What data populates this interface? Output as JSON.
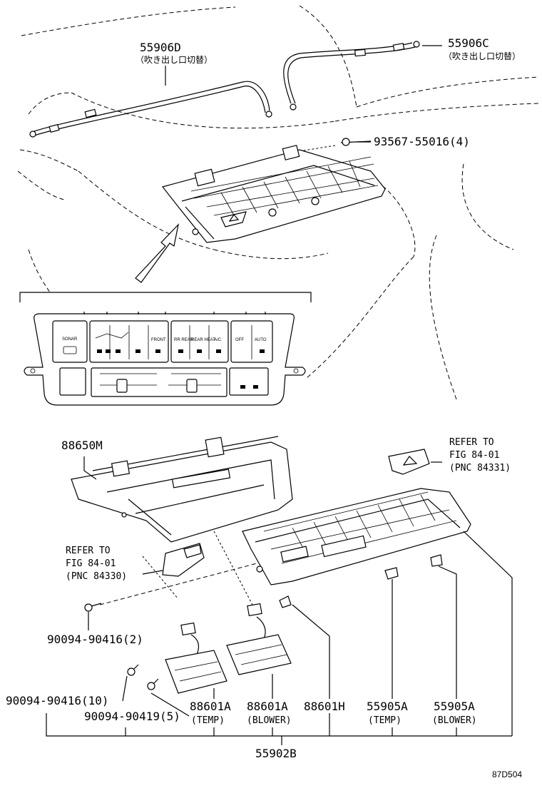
{
  "labels": {
    "p55906D": "55906D",
    "p55906D_sub": "（吹き出し口切替）",
    "p55906C": "55906C",
    "p55906C_sub": "（吹き出し口切替）",
    "p93567": "93567-55016(4)",
    "p88650M": "88650M",
    "refer_right_1": "REFER TO",
    "refer_right_2": "FIG 84-01",
    "refer_right_3": "(PNC 84331)",
    "refer_left_1": "REFER TO",
    "refer_left_2": "FIG 84-01",
    "refer_left_3": "(PNC 84330)",
    "p90094_2": "90094-90416(2)",
    "p90094_10": "90094-90416(10)",
    "p90094_5": "90094-90419(5)",
    "p88601A_1": "88601A",
    "p88601A_1_sub": "(TEMP)",
    "p88601A_2": "88601A",
    "p88601A_2_sub": "(BLOWER)",
    "p88601H": "88601H",
    "p55905A_1": "55905A",
    "p55905A_1_sub": "(TEMP)",
    "p55905A_2": "55905A",
    "p55905A_2_sub": "(BLOWER)",
    "p55902B": "55902B",
    "figure_code": "87D504"
  },
  "panel_buttons": {
    "sonar": "SONAR",
    "front": "FRONT",
    "rr_rear": "RR REAR",
    "rear_heat": "REAR HEAT",
    "ac": "A/C",
    "off": "OFF",
    "auto": "AUTO"
  }
}
